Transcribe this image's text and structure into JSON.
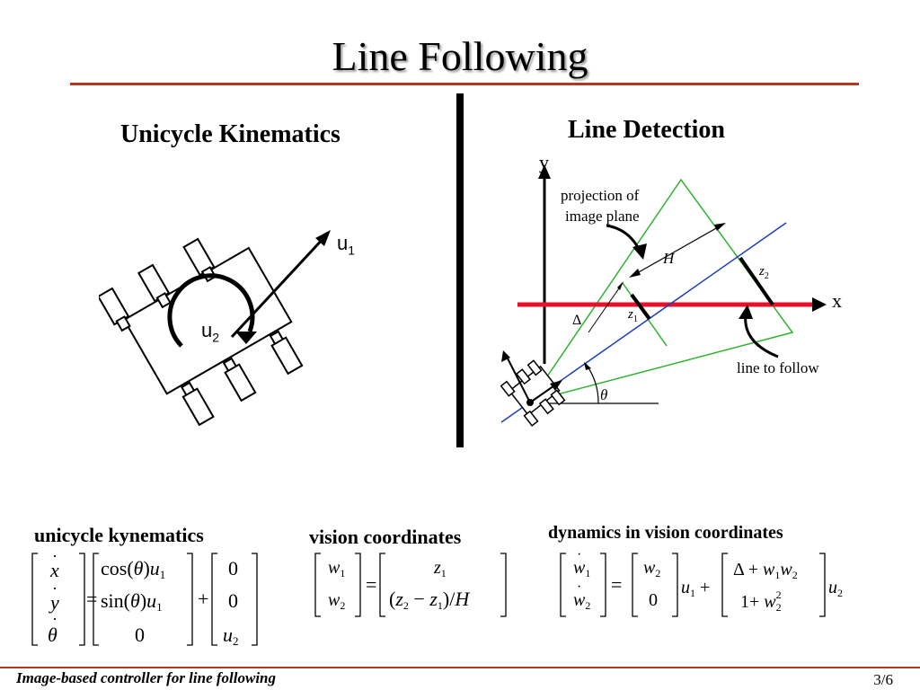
{
  "title": "Line Following",
  "left_heading": "Unicycle Kinematics",
  "right_heading": "Line Detection",
  "kinematics": {
    "u1": "u",
    "u1_sub": "1",
    "u2": "u",
    "u2_sub": "2"
  },
  "detection": {
    "axis_y": "y",
    "axis_x": "x",
    "projection_line1": "projection of",
    "projection_line2": "image plane",
    "H": "H",
    "z": "z",
    "z1_sub": "1",
    "z2_sub": "2",
    "delta": "Δ",
    "theta": "θ",
    "line_to_follow": "line to follow"
  },
  "equations": {
    "unicycle_label": "unicycle kynematics",
    "vision_label": "vision coordinates",
    "dynamics_label": "dynamics in vision coordinates"
  },
  "colors": {
    "accent_rule": "#b03a1e",
    "line_to_follow": "#e8102a",
    "projection_cone": "#2db32d",
    "optical_axis": "#1a3fb8"
  },
  "footer": {
    "text": "Image-based controller for line following",
    "page": "3/6"
  }
}
